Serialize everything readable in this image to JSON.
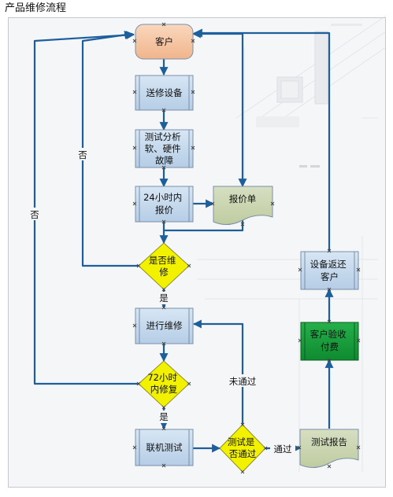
{
  "title": "产品维修流程",
  "nodes": {
    "customer": "客户",
    "send_repair": "送修设备",
    "test_analysis": [
      "测试分析",
      "软、硬件",
      "故障"
    ],
    "quote_24h": [
      "24小时内",
      "报价"
    ],
    "quote_sheet": "报价单",
    "repair_decision": [
      "是否维",
      "修"
    ],
    "do_repair": "进行维修",
    "repair_72h": [
      "72小时",
      "内修复"
    ],
    "joint_test": "联机测试",
    "test_pass": [
      "测试是",
      "否通过"
    ],
    "test_report": "测试报告",
    "acceptance_payment": [
      "客户验收",
      "付费"
    ],
    "return_device": [
      "设备返还",
      "客户"
    ]
  },
  "edge_labels": {
    "no_left_inner": "否",
    "no_left_outer": "否",
    "yes_repair": "是",
    "yes_72h": "是",
    "failed": "未通过",
    "passed": "通过"
  },
  "colors": {
    "process_fill": "#c6dbee",
    "process_stroke": "#7a8fa8",
    "customer_fill": "#f6c8a5",
    "document_fill": "#cad6b2",
    "decision_fill": "#f2f200",
    "acceptance_fill": "#1a9a3a",
    "connector": "#1d5f9c"
  }
}
